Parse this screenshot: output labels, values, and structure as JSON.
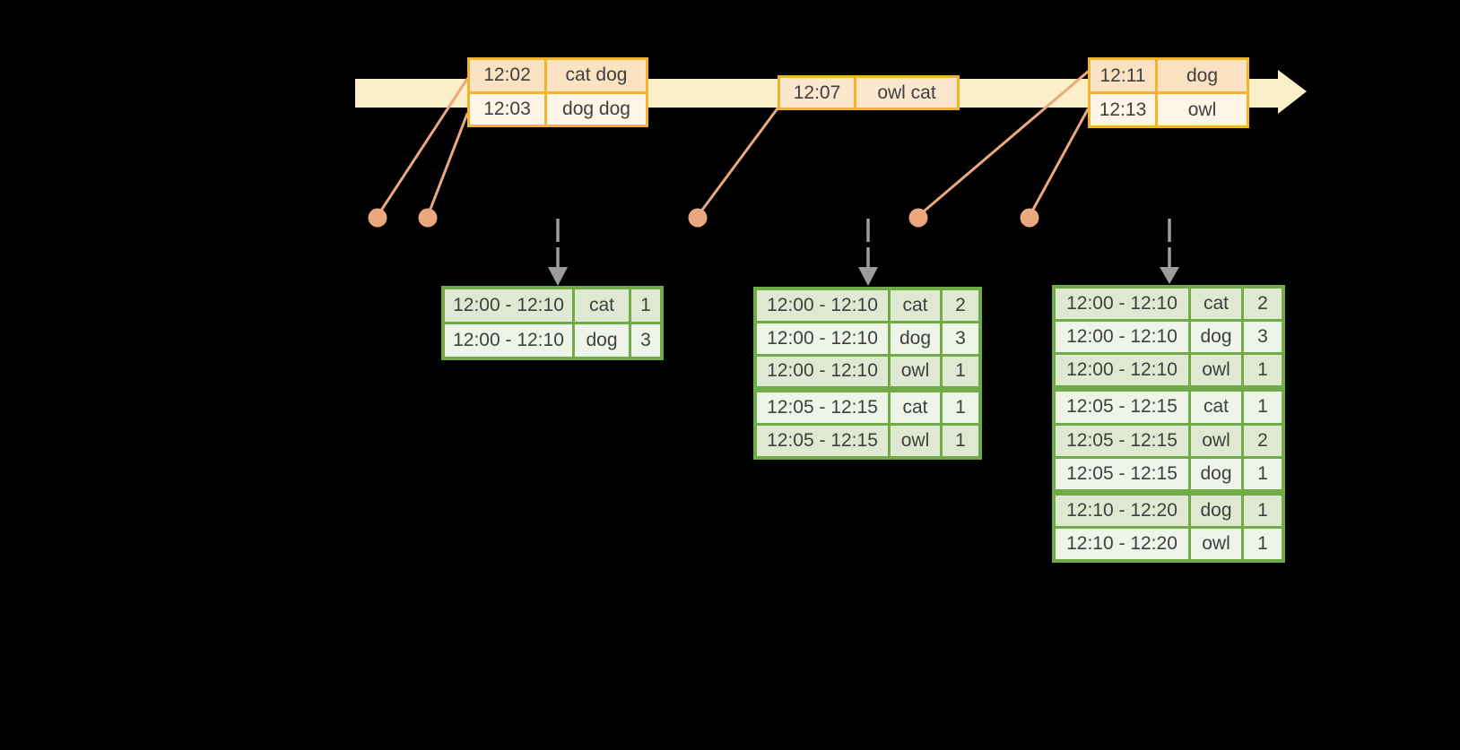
{
  "colors": {
    "background": "#000000",
    "timeline_fill": "#FBEFC9",
    "event_border": "#F0B42D",
    "event_row_peach": "#FAE2C3",
    "event_row_cream": "#FDF5E6",
    "event_row_peach_light": "#FBE7CE",
    "connector_salmon": "#EBA77D",
    "dashed_arrow_gray": "#9C9C9C",
    "result_border": "#70AB47",
    "result_row_sage": "#DFE9D2",
    "result_row_light": "#EFF4E9",
    "text": "#3F3F3F"
  },
  "event_boxes": [
    {
      "name": "events-batch-1",
      "rows": [
        {
          "time": "12:02",
          "words": "cat dog",
          "tone": "peach"
        },
        {
          "time": "12:03",
          "words": "dog dog",
          "tone": "cream"
        }
      ]
    },
    {
      "name": "events-batch-2",
      "rows": [
        {
          "time": "12:07",
          "words": "owl cat",
          "tone": "peach-light"
        }
      ]
    },
    {
      "name": "events-batch-3",
      "rows": [
        {
          "time": "12:11",
          "words": "dog",
          "tone": "peach"
        },
        {
          "time": "12:13",
          "words": "owl",
          "tone": "cream"
        }
      ]
    }
  ],
  "result_tables": [
    {
      "name": "result-table-1",
      "rows": [
        {
          "window": "12:00 - 12:10",
          "word": "cat",
          "count": "1",
          "tone": "sage"
        },
        {
          "window": "12:00 - 12:10",
          "word": "dog",
          "count": "3",
          "tone": "light"
        }
      ]
    },
    {
      "name": "result-table-2",
      "rows": [
        {
          "window": "12:00 - 12:10",
          "word": "cat",
          "count": "2",
          "tone": "sage"
        },
        {
          "window": "12:00 - 12:10",
          "word": "dog",
          "count": "3",
          "tone": "light"
        },
        {
          "window": "12:00 - 12:10",
          "word": "owl",
          "count": "1",
          "tone": "sage"
        },
        {
          "window": "12:05 - 12:15",
          "word": "cat",
          "count": "1",
          "tone": "light",
          "group_start": true
        },
        {
          "window": "12:05 - 12:15",
          "word": "owl",
          "count": "1",
          "tone": "sage"
        }
      ]
    },
    {
      "name": "result-table-3",
      "rows": [
        {
          "window": "12:00 - 12:10",
          "word": "cat",
          "count": "2",
          "tone": "sage"
        },
        {
          "window": "12:00 - 12:10",
          "word": "dog",
          "count": "3",
          "tone": "light"
        },
        {
          "window": "12:00 - 12:10",
          "word": "owl",
          "count": "1",
          "tone": "sage"
        },
        {
          "window": "12:05 - 12:15",
          "word": "cat",
          "count": "1",
          "tone": "light",
          "group_start": true
        },
        {
          "window": "12:05 - 12:15",
          "word": "owl",
          "count": "2",
          "tone": "sage"
        },
        {
          "window": "12:05 - 12:15",
          "word": "dog",
          "count": "1",
          "tone": "light"
        },
        {
          "window": "12:10 - 12:20",
          "word": "dog",
          "count": "1",
          "tone": "sage",
          "group_start": true
        },
        {
          "window": "12:10 - 12:20",
          "word": "owl",
          "count": "1",
          "tone": "light"
        }
      ]
    }
  ]
}
